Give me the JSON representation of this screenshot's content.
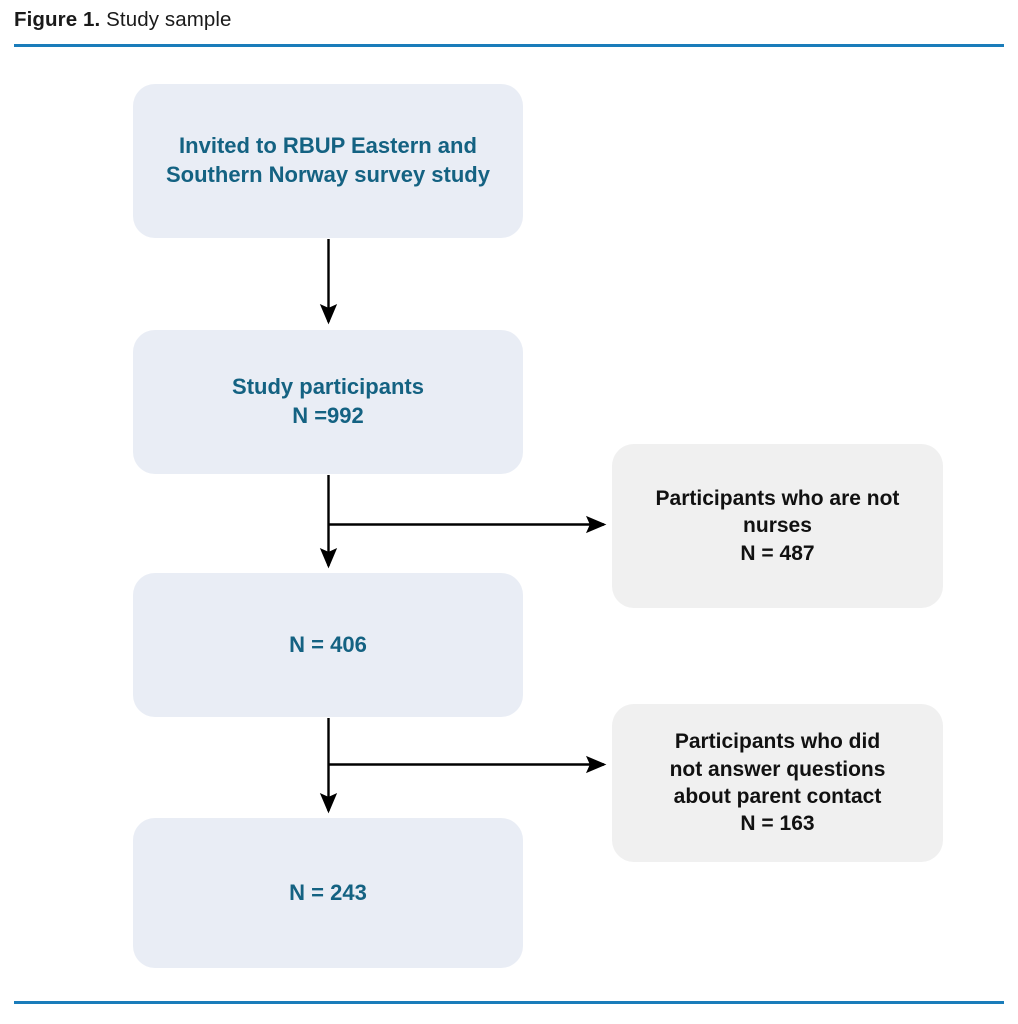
{
  "figure": {
    "label": "Figure 1.",
    "caption": "Study sample",
    "rule_color": "#1a7cba"
  },
  "colors": {
    "primary_box_fill": "#e9edf5",
    "primary_box_text": "#146282",
    "aside_box_fill": "#f0f0f0",
    "aside_box_text": "#111111",
    "connector": "#000000"
  },
  "chart_data": {
    "type": "flowchart",
    "title": "Study sample",
    "orientation": "top-to-bottom",
    "nodes": [
      {
        "id": "invited",
        "kind": "primary",
        "text": "Invited to RBUP Eastern and\nSouthern Norway survey study"
      },
      {
        "id": "study_participants",
        "kind": "primary",
        "text": "Study participants\nN =992",
        "n": 992
      },
      {
        "id": "excluded_not_nurses",
        "kind": "aside",
        "text": "Participants who are not\nnurses\nN = 487",
        "n": 487
      },
      {
        "id": "nurses",
        "kind": "primary",
        "text": "N = 406",
        "n": 406
      },
      {
        "id": "excluded_no_answer",
        "kind": "aside",
        "text": "Participants who did\nnot answer questions\nabout parent contact\nN = 163",
        "n": 163
      },
      {
        "id": "final_sample",
        "kind": "primary",
        "text": "N = 243",
        "n": 243
      }
    ],
    "edges": [
      {
        "from": "invited",
        "to": "study_participants",
        "direction": "down"
      },
      {
        "from": "study_participants",
        "to": "nurses",
        "direction": "down"
      },
      {
        "from": "study_participants",
        "to": "excluded_not_nurses",
        "direction": "right"
      },
      {
        "from": "nurses",
        "to": "final_sample",
        "direction": "down"
      },
      {
        "from": "nurses",
        "to": "excluded_no_answer",
        "direction": "right"
      }
    ]
  }
}
